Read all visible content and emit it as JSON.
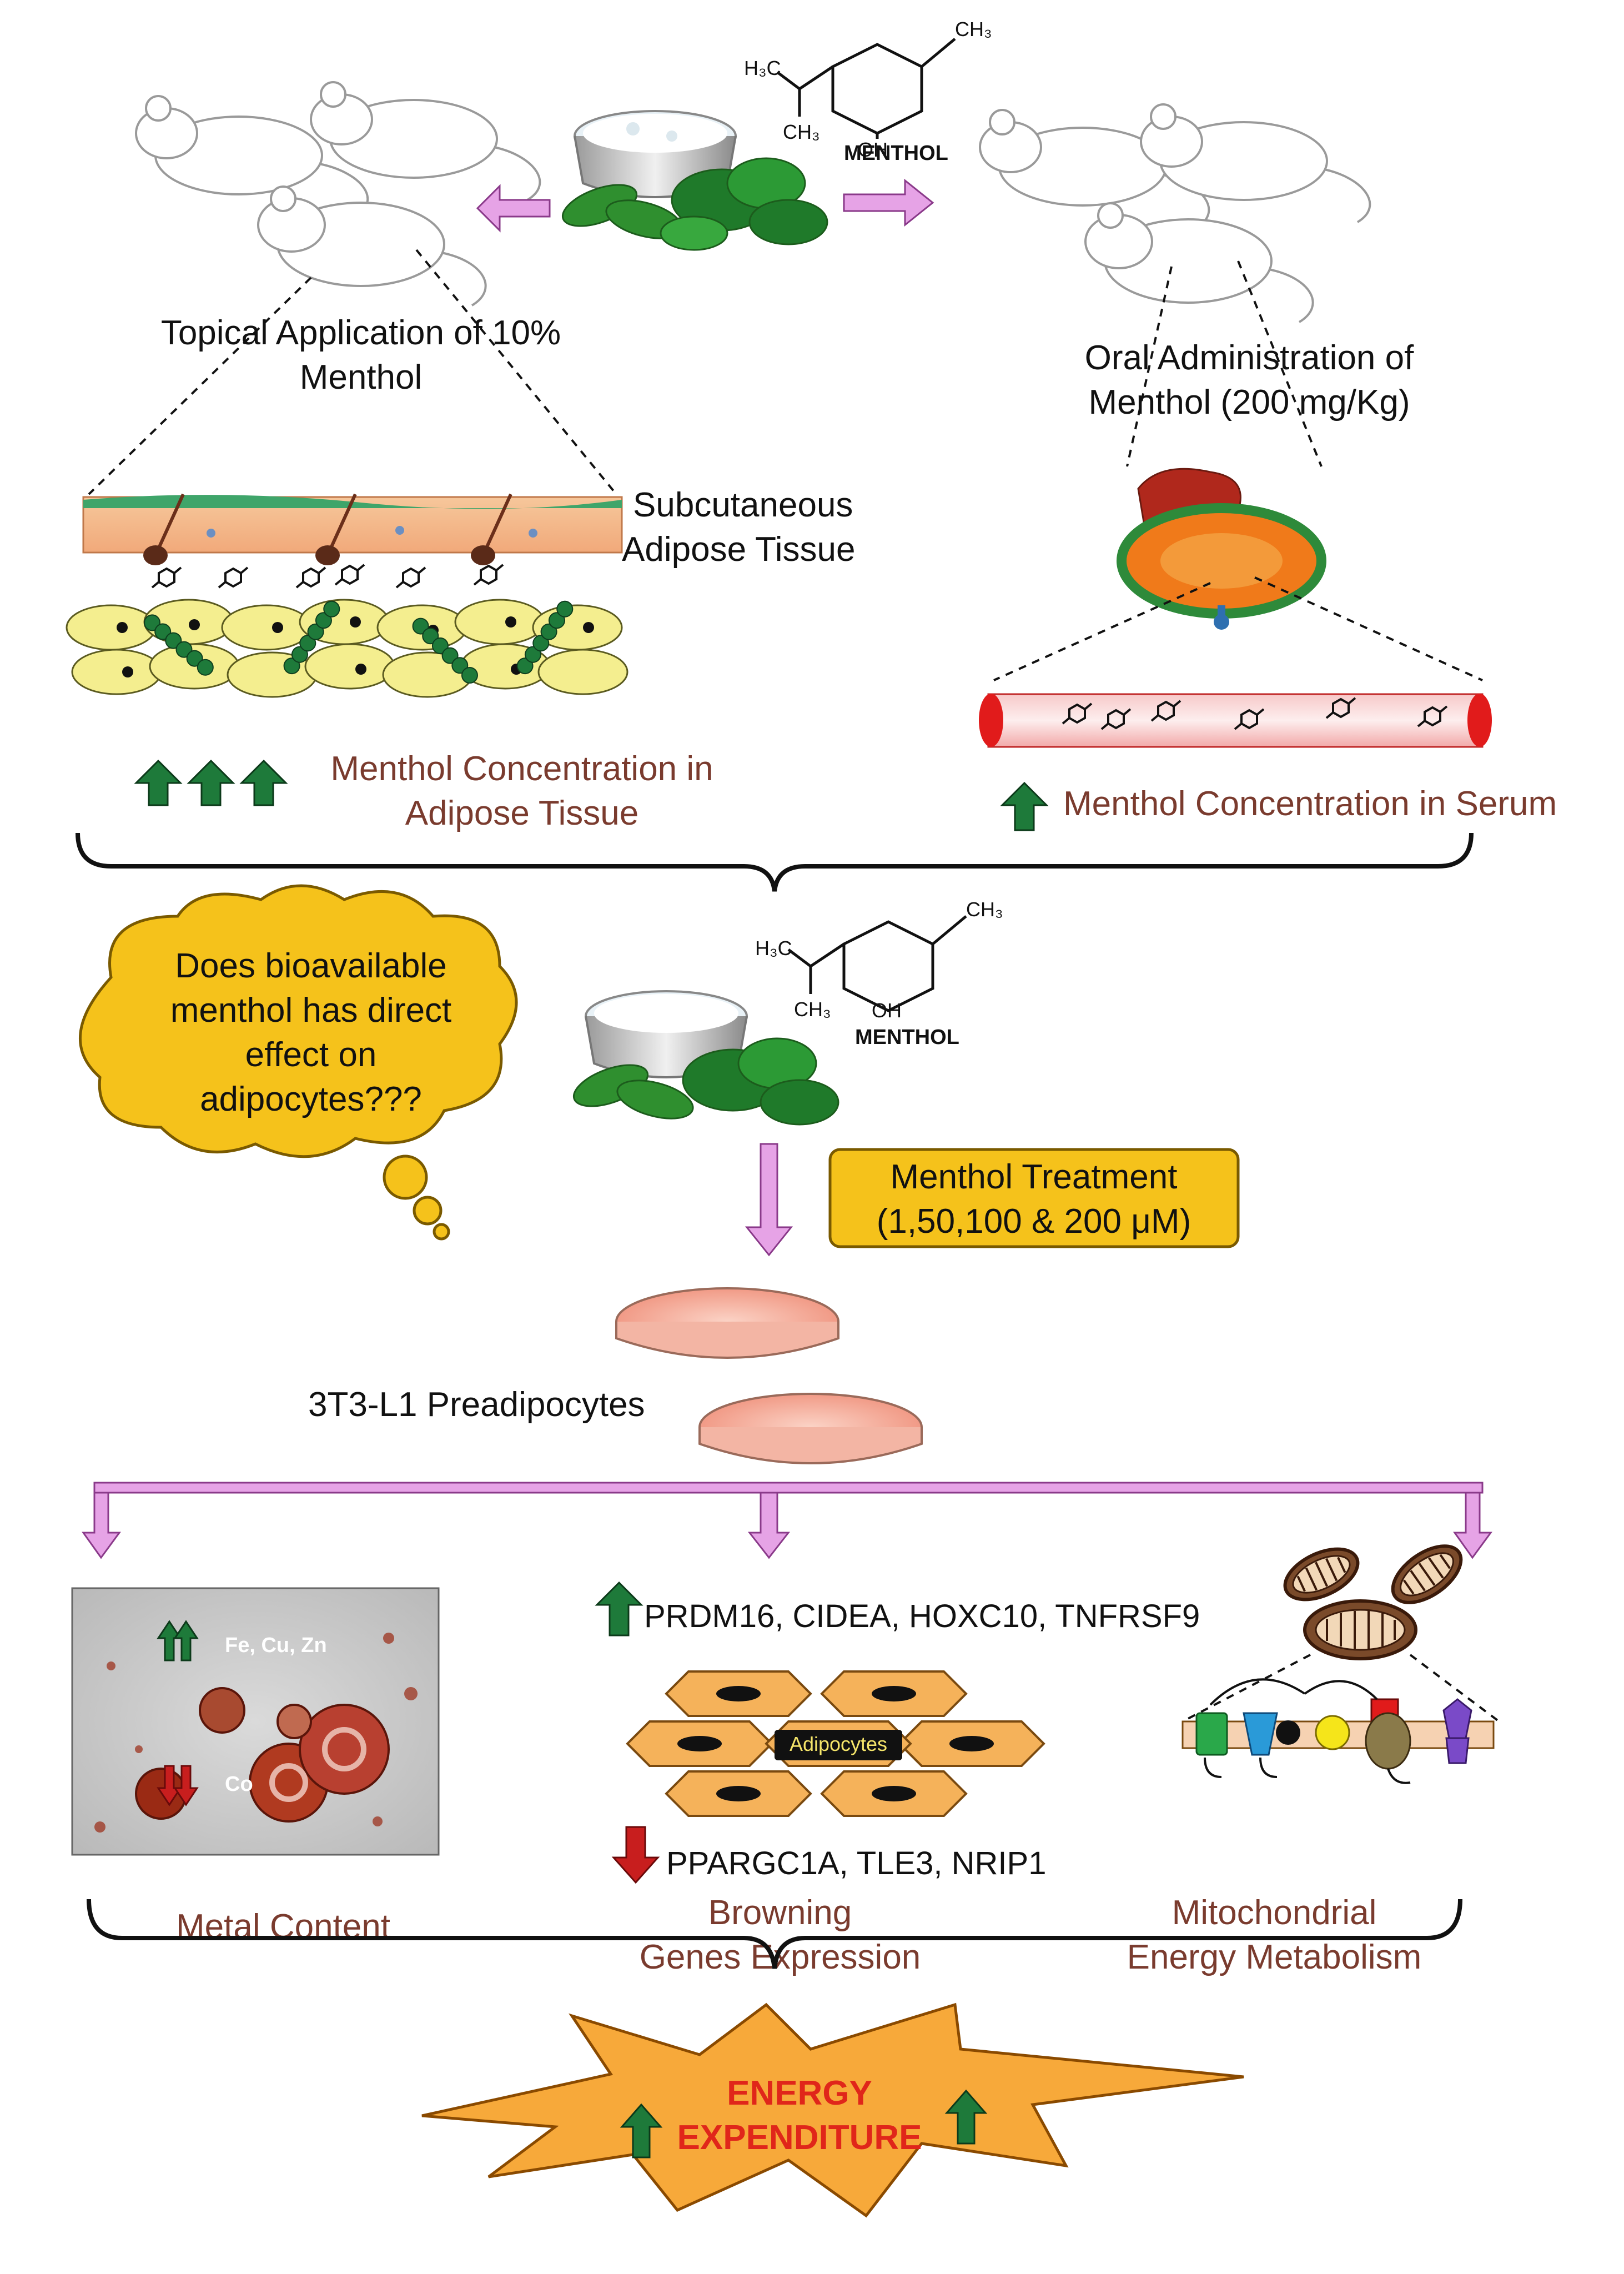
{
  "top": {
    "chem_left_sub": "H₃C",
    "chem_ch3": "CH₃",
    "chem_ch3_top": "CH₃",
    "chem_oh": "OH",
    "menthol_label": "MENTHOL",
    "topical_line1": "Topical Application of 10%",
    "topical_line2": "Menthol",
    "oral_line1": "Oral Administration  of",
    "oral_line2": "Menthol (200 mg/Kg)",
    "subq_line1": "Subcutaneous",
    "subq_line2": "Adipose  Tissue",
    "adipose_conc_line1": "Menthol Concentration in",
    "adipose_conc_line2": "Adipose Tissue",
    "serum_conc": "Menthol Concentration in Serum"
  },
  "middle": {
    "question_line1": "Does bioavailable",
    "question_line2": "menthol has direct",
    "question_line3": "effect on",
    "question_line4": "adipocytes???",
    "menthol_label": "MENTHOL",
    "treatment_line1": "Menthol Treatment",
    "treatment_line2": "(1,50,100 & 200 μM)",
    "cell_line": "3T3-L1 Preadipocytes"
  },
  "bottom": {
    "metal_up": "Fe, Cu, Zn",
    "metal_down": "Co",
    "metal_title": "Metal Content",
    "genes_up": "PRDM16, CIDEA, HOXC10, TNFRSF9",
    "adipocytes_label": "Adipocytes",
    "genes_down": "PPARGC1A, TLE3, NRIP1",
    "browning_line1": "Browning",
    "browning_line2": "Genes Expression",
    "mito_line1": "Mitochondrial",
    "mito_line2": "Energy Metabolism",
    "energy_line1": "ENERGY",
    "energy_line2": "EXPENDITURE"
  },
  "colors": {
    "arrow_pink": "#e6a3e6",
    "up_green": "#1e7a3a",
    "down_red": "#c81e1e",
    "title_brown": "#7a3b2e",
    "cloud_yellow": "#f5c21b",
    "star_orange": "#f7a93a",
    "energy_red": "#e0261a"
  }
}
